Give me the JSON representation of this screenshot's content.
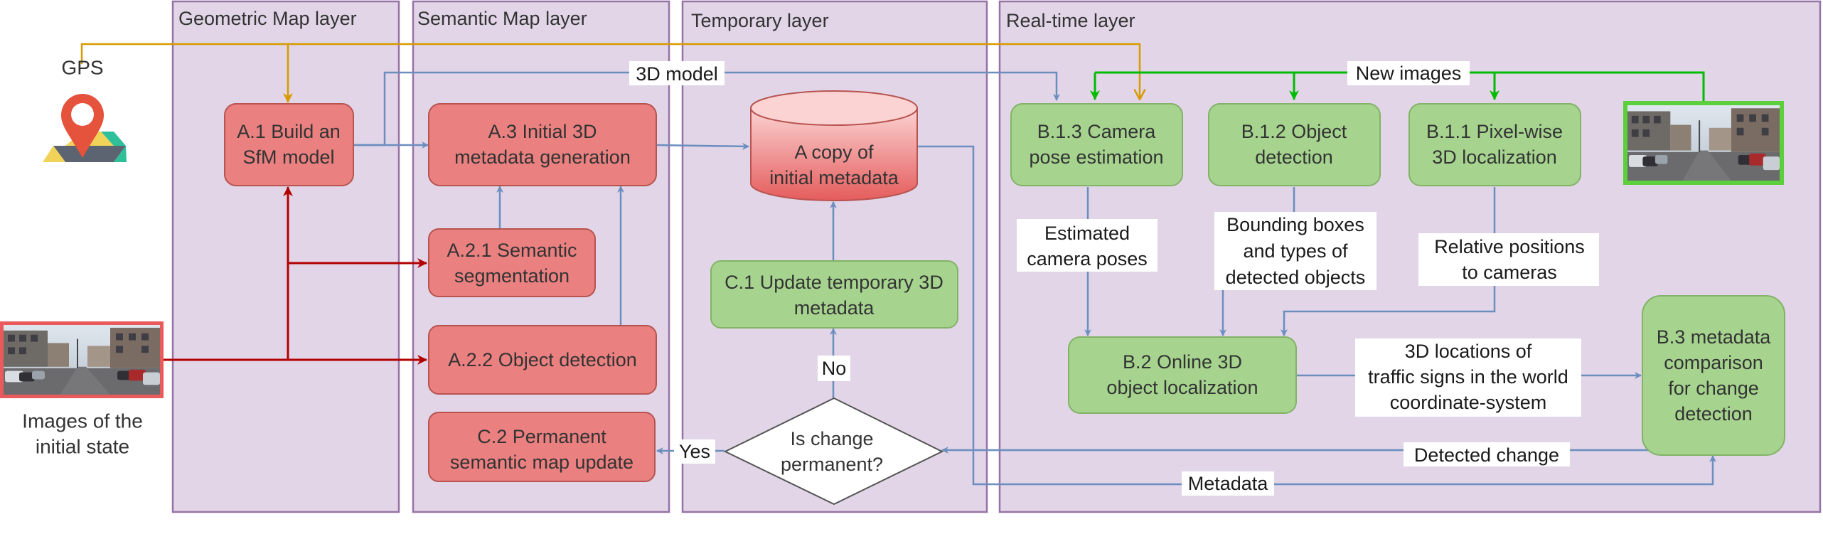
{
  "lanes": {
    "geometric": "Geometric Map layer",
    "semantic": "Semantic Map layer",
    "temporary": "Temporary layer",
    "realtime": "Real-time layer"
  },
  "inputs": {
    "gps": "GPS",
    "initial_images_line1": "Images of the",
    "initial_images_line2": "initial state"
  },
  "nodes": {
    "a1": [
      "A.1 Build an",
      "SfM model"
    ],
    "a3": [
      "A.3 Initial 3D",
      "metadata generation"
    ],
    "a21": [
      "A.2.1 Semantic",
      "segmentation"
    ],
    "a22": [
      "A.2.2 Object detection"
    ],
    "c2": [
      "C.2 Permanent",
      "semantic map update"
    ],
    "db": [
      "A copy of",
      "initial metadata"
    ],
    "c1": [
      "C.1 Update temporary 3D",
      "metadata"
    ],
    "decision": [
      "Is change",
      "permanent?"
    ],
    "b13": [
      "B.1.3 Camera",
      "pose estimation"
    ],
    "b12": [
      "B.1.2 Object",
      "detection"
    ],
    "b11": [
      "B.1.1 Pixel-wise",
      "3D localization"
    ],
    "b2": [
      "B.2 Online 3D",
      "object localization"
    ],
    "b3": [
      "B.3 metadata",
      "comparison",
      "for change",
      "detection"
    ]
  },
  "edge_labels": {
    "model_3d": [
      "3D model"
    ],
    "new_images": [
      "New images"
    ],
    "est_poses": [
      "Estimated",
      "camera poses"
    ],
    "bboxes": [
      "Bounding boxes",
      "and types of",
      "detected objects"
    ],
    "rel_pos": [
      "Relative positions",
      "to cameras"
    ],
    "locations": [
      "3D locations of",
      "traffic signs in the world",
      "coordinate-system"
    ],
    "detected_change": [
      "Detected change"
    ],
    "metadata": [
      "Metadata"
    ],
    "yes": [
      "Yes"
    ],
    "no": [
      "No"
    ]
  },
  "colors": {
    "lane_fill": "#e1d5e7",
    "lane_stroke": "#9673a6",
    "red_fill": "#ea8080",
    "red_stroke": "#b85450",
    "green_fill": "#a6d48f",
    "green_stroke": "#82b366",
    "edge_blue": "#6c8ebf",
    "edge_red": "#b20000",
    "edge_orange": "#d79b00",
    "edge_green": "#00bb00"
  },
  "icons": {
    "gps": "map-pin-icon",
    "street_photo": "street-scene-photo"
  }
}
